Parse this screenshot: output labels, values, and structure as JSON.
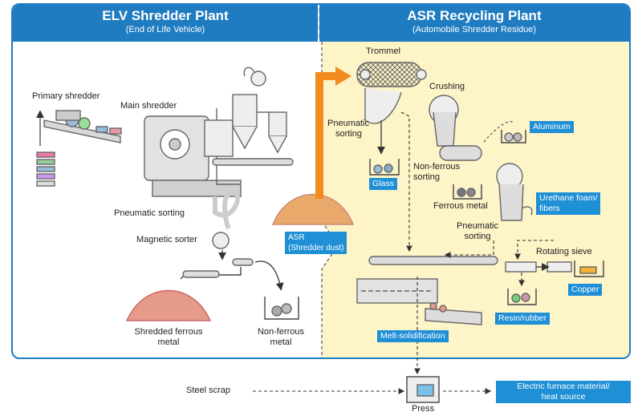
{
  "elv": {
    "title": "ELV Shredder Plant",
    "subtitle": "(End of Life Vehicle)"
  },
  "asr_plant": {
    "title": "ASR Recycling Plant",
    "subtitle": "(Automobile Shredder Residue)"
  },
  "elv_labels": {
    "primary_shredder": "Primary shredder",
    "main_shredder": "Main shredder",
    "pneumatic_sorting": "Pneumatic sorting",
    "magnetic_sorter": "Magnetic sorter",
    "shredded_ferrous_1": "Shredded ferrous",
    "shredded_ferrous_2": "metal",
    "non_ferrous_1": "Non-ferrous",
    "non_ferrous_2": "metal"
  },
  "asr_badge": {
    "line1": "ASR",
    "line2": "(Shredder dust)"
  },
  "asr_labels": {
    "trommel": "Trommel",
    "crushing": "Crushing",
    "pneumatic_sorting_a1": "Pneumatic",
    "pneumatic_sorting_a2": "sorting",
    "non_ferrous_sorting_1": "Non-ferrous",
    "non_ferrous_sorting_2": "sorting",
    "ferrous_metal": "Ferrous metal",
    "pneumatic_sorting_b1": "Pneumatic",
    "pneumatic_sorting_b2": "sorting",
    "rotating_sieve": "Rotating sieve"
  },
  "asr_badges": {
    "glass": "Glass",
    "aluminum": "Aluminum",
    "urethane_1": "Urethane foam/",
    "urethane_2": "fibers",
    "copper": "Copper",
    "resin_rubber": "Resin/rubber",
    "melt_solidification": "Melt-solidification"
  },
  "bottom": {
    "steel_scrap": "Steel scrap",
    "press": "Press",
    "output_1": "Electric furnace material/",
    "output_2": "heat source"
  },
  "colors": {
    "brand_blue": "#1f7cc0",
    "badge_blue": "#1f8fd6",
    "yellow_panel": "#fdf4c8",
    "orange_arrow": "#f28c1e"
  }
}
